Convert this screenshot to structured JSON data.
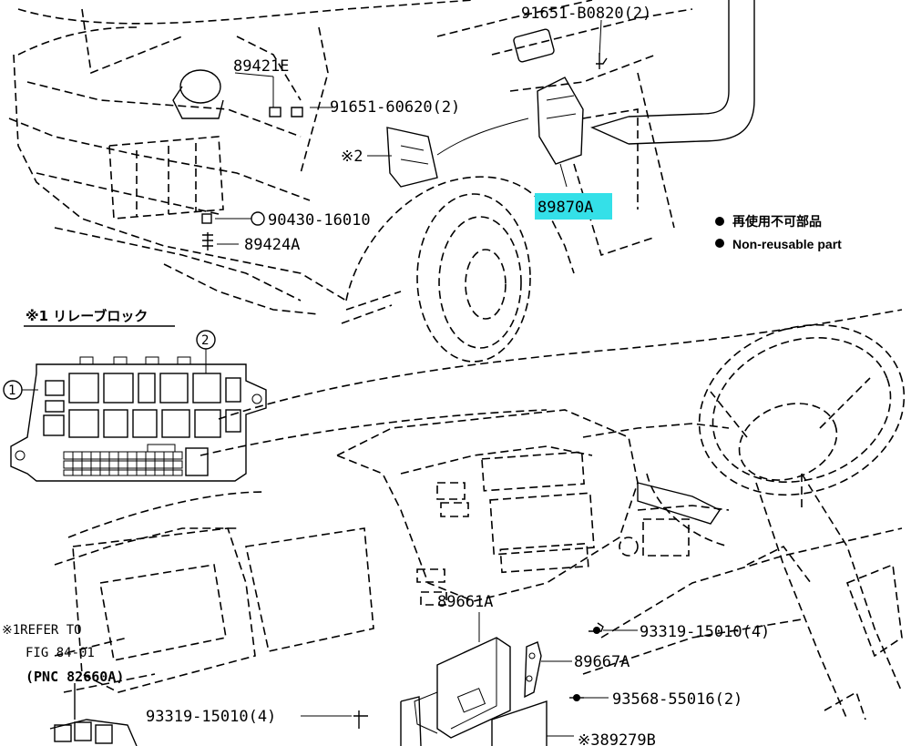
{
  "parts": {
    "p1": "91651-B0820(2)",
    "p2": "89421E",
    "p3": "91651-60620(2)",
    "p4": "※2",
    "p5": "89870A",
    "p6": "90430-16010",
    "p7": "89424A",
    "p8": "89661A",
    "p9": "93319-15010(4)",
    "p10": "89667A",
    "p11": "93568-55016(2)",
    "p12": "93319-15010(4)",
    "p13": "※389279B"
  },
  "highlight_color": "#34e0e8",
  "legend": {
    "jp": "再使用不可部品",
    "en": "Non-reusable part"
  },
  "relay_block": {
    "title": "※1 リレーブロック",
    "marker1": "1",
    "marker2": "2"
  },
  "refer": {
    "line1": "※1REFER TO",
    "line2": "FIG 84-01",
    "line3": "(PNC 82660A)"
  }
}
